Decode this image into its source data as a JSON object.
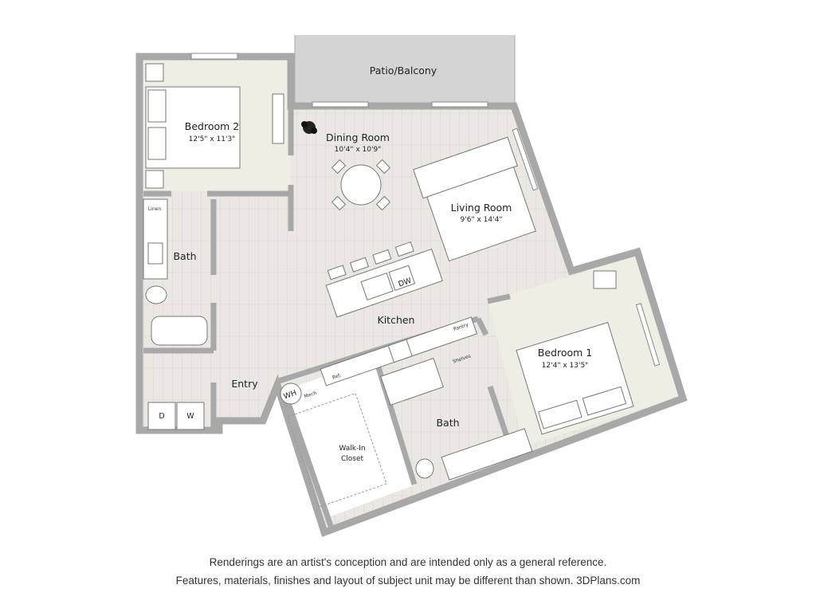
{
  "plan": {
    "rooms": {
      "patio": {
        "name": "Patio/Balcony"
      },
      "bedroom2": {
        "name": "Bedroom 2",
        "dims": "12'5\" x 11'3\""
      },
      "dining": {
        "name": "Dining Room",
        "dims": "10'4\" x 10'9\""
      },
      "living": {
        "name": "Living Room",
        "dims": "9'6\" x 14'4\""
      },
      "bath2": {
        "name": "Bath"
      },
      "kitchen": {
        "name": "Kitchen"
      },
      "entry": {
        "name": "Entry"
      },
      "bedroom1": {
        "name": "Bedroom 1",
        "dims": "12'4\" x 13'5\""
      },
      "bath1": {
        "name": "Bath"
      },
      "closet": {
        "name_line1": "Walk-In",
        "name_line2": "Closet"
      }
    },
    "fixtures": {
      "linen": "Linen",
      "dishwasher": "DW",
      "pantry": "Pantry",
      "refrigerator": "Ref.",
      "mech": "Mech",
      "water_heater": "WH",
      "shelves": "Shelves",
      "dryer": "D",
      "washer": "W"
    },
    "colors": {
      "wall": "#a8a8a8",
      "floor": "#ebe8e3",
      "carpet": "#efeee4",
      "patio": "#d4d4d4"
    }
  },
  "disclaimer": {
    "line1": "Renderings are an artist's conception and are intended only as a general reference.",
    "line2": "Features, materials, finishes and layout of subject unit may be different than shown. 3DPlans.com"
  }
}
